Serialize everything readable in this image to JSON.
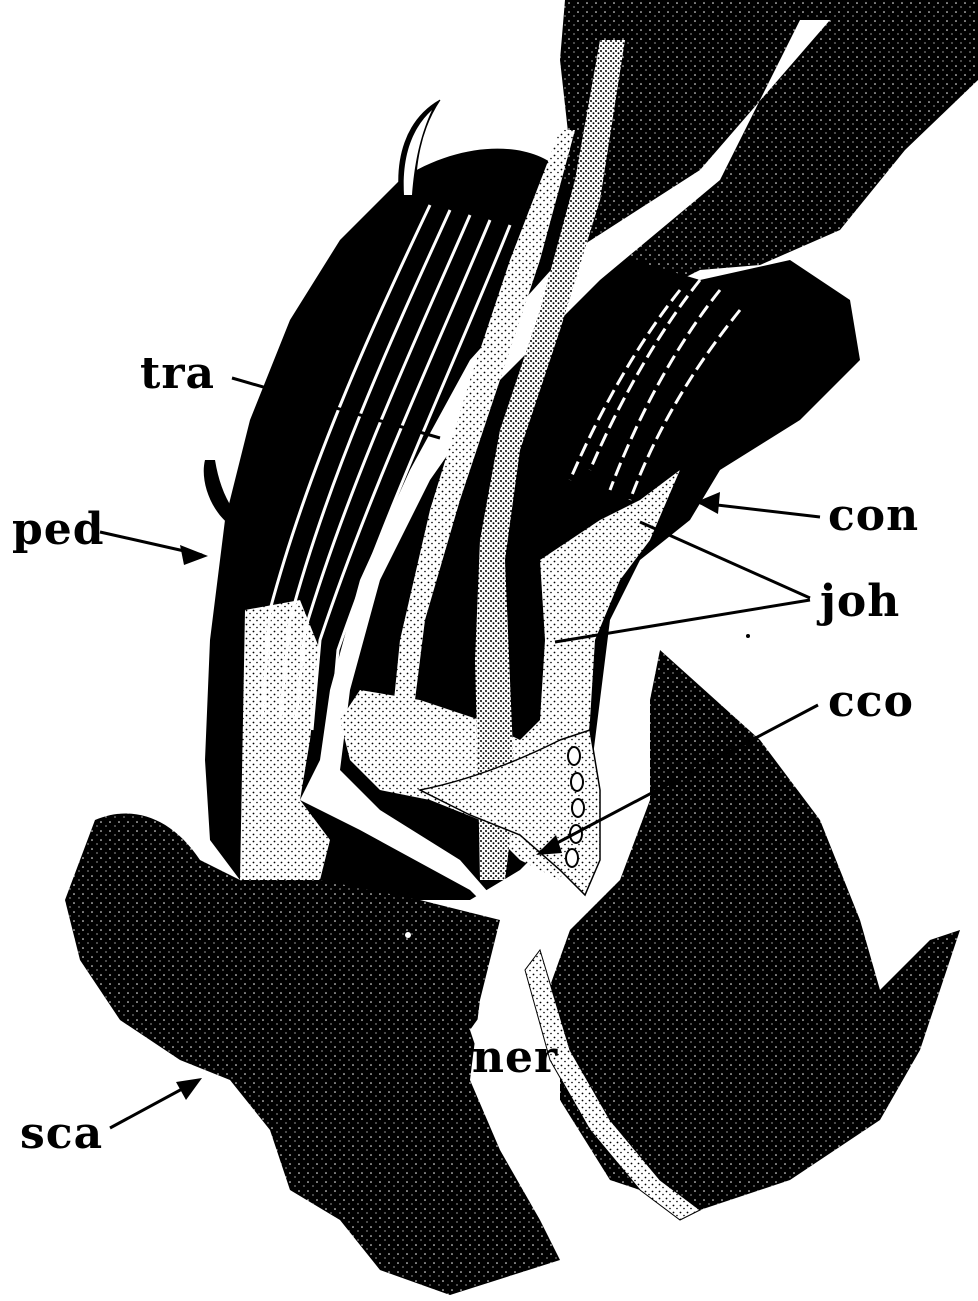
{
  "labels": {
    "tra": "tra",
    "ped": "ped",
    "con": "con",
    "joh": "joh",
    "cco": "cco",
    "ner": "ner",
    "sca": "sca"
  },
  "colors": {
    "ink": "#000000",
    "paper": "#ffffff"
  }
}
